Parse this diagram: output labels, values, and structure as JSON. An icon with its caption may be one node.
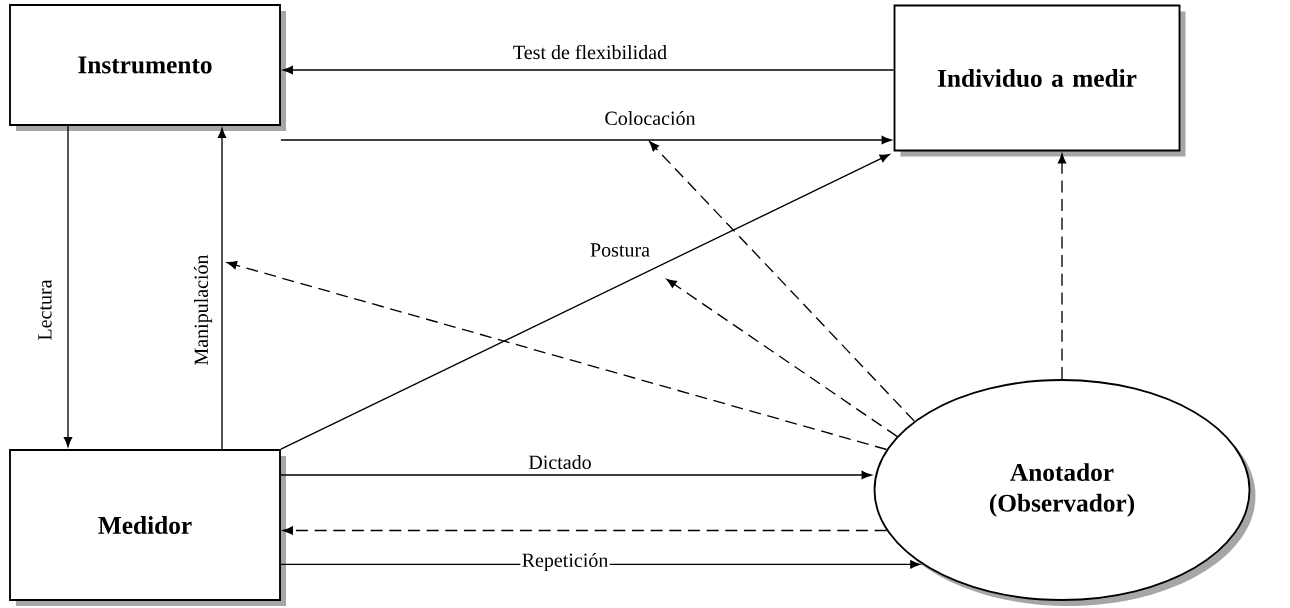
{
  "diagram": {
    "nodes": [
      {
        "text": [
          "Instrumento"
        ]
      },
      {
        "text": [
          "Individuo a medir"
        ]
      },
      {
        "text": [
          "Medidor"
        ]
      },
      {
        "text": [
          "Anotador (Observador)"
        ]
      }
    ],
    "edges": [
      {
        "from": 1,
        "to": 0,
        "arrow": "to",
        "label": "Test de flexibilidad"
      },
      {
        "from": 0,
        "to": 1,
        "arrow": "to",
        "label": "Colocación"
      },
      {
        "from": 0,
        "to": 2,
        "arrow": "to",
        "label": "Lectura"
      },
      {
        "from": 2,
        "to": 0,
        "arrow": "to",
        "label": "Manipulación"
      },
      {
        "from": 2,
        "to": 1,
        "arrow": "to",
        "label": "Postura"
      },
      {
        "from": 3,
        "to": null,
        "arrow": "to",
        "style": "dashed"
      },
      {
        "from": 3,
        "to": null,
        "arrow": "to",
        "style": "dashed"
      },
      {
        "from": 3,
        "to": null,
        "arrow": "to",
        "style": "dashed"
      },
      {
        "from": 3,
        "to": 1,
        "arrow": "to",
        "style": "dashed"
      },
      {
        "from": 2,
        "to": 3,
        "arrow": "to",
        "label": "Dictado"
      },
      {
        "from": 3,
        "to": 2,
        "arrow": "to",
        "style": "dashed"
      },
      {
        "from": 2,
        "to": 3,
        "arrow": "to",
        "label": "Repetición"
      }
    ]
  }
}
